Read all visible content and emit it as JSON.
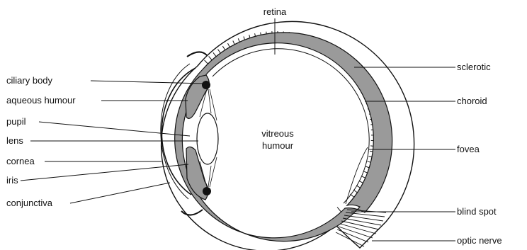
{
  "colors": {
    "tissue_fill": "#9a9a9a",
    "ink": "#111111",
    "background": "#ffffff"
  },
  "labels": {
    "retina": "retina",
    "ciliary_body": "ciliary body",
    "aqueous_humour": "aqueous humour",
    "pupil": "pupil",
    "lens": "lens",
    "cornea": "cornea",
    "iris": "iris",
    "conjunctiva": "conjunctiva",
    "vitreous_line1": "vitreous",
    "vitreous_line2": "humour",
    "sclerotic": "sclerotic",
    "choroid": "choroid",
    "fovea": "fovea",
    "blind_spot": "blind spot",
    "optic_nerve": "optic nerve"
  }
}
